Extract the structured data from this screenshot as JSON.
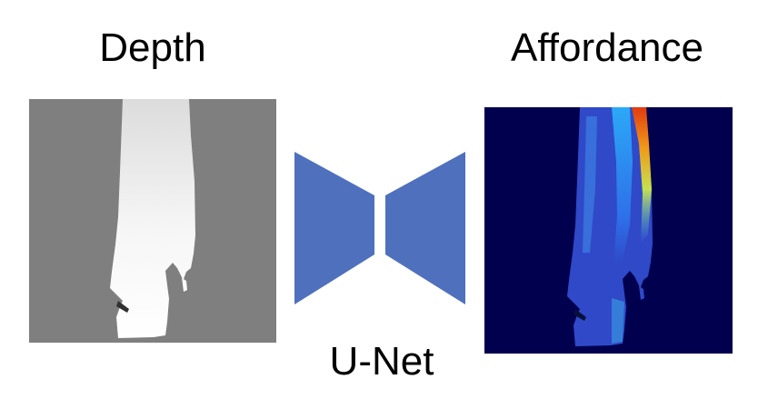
{
  "labels": {
    "depth": "Depth",
    "affordance": "Affordance",
    "network": "U-Net"
  },
  "colors": {
    "depth_background": "#7f7f7f",
    "depth_object": "#ededed",
    "unet_fill": "#4f70bd",
    "affordance_background": "#00004f",
    "affordance_body": "#2f49c8",
    "affordance_hot": "#e23a10"
  }
}
